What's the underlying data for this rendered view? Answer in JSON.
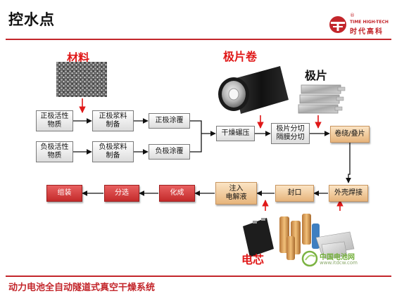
{
  "header": {
    "title": "控水点"
  },
  "logo": {
    "registered_mark": "®",
    "en": "TIME HIGH-TECH",
    "cn": "时代高科"
  },
  "labels": {
    "material": "材料",
    "electrode_roll": "极片卷",
    "electrode_sheet": "极片",
    "cell": "电芯"
  },
  "nodes": {
    "pos_active": [
      "正极活性",
      "物质"
    ],
    "pos_slurry": [
      "正极浆料",
      "制备"
    ],
    "pos_coating": [
      "正极涂覆"
    ],
    "neg_active": [
      "负极活性",
      "物质"
    ],
    "neg_slurry": [
      "负极浆料",
      "制备"
    ],
    "neg_coating": [
      "负极涂覆"
    ],
    "dry_roll": [
      "干燥碾压"
    ],
    "cutting": [
      "极片分切",
      "隔膜分切"
    ],
    "winding": [
      "卷绕/叠片"
    ],
    "welding": [
      "外壳焊接"
    ],
    "sealing": [
      "封口"
    ],
    "injection": [
      "注入",
      "电解液"
    ],
    "formation": [
      "化成"
    ],
    "sorting": [
      "分选"
    ],
    "assembly": [
      "组装"
    ]
  },
  "watermark": {
    "cn": "中国电池网",
    "url": "www.itdcw.com"
  },
  "footer": {
    "text": "动力电池全自动隧道式真空干燥系统"
  }
}
